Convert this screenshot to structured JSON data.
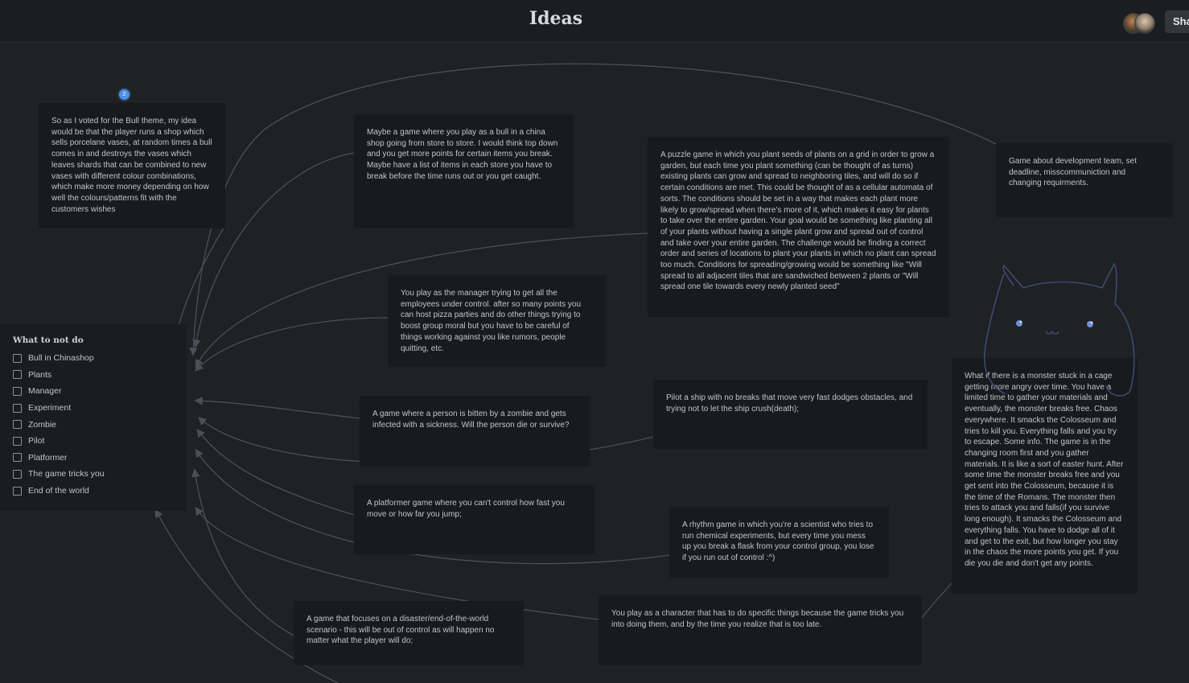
{
  "header": {
    "title": "Ideas",
    "share_label": "Sha"
  },
  "pin": {
    "count": "2"
  },
  "checklist": {
    "title": "What to not do",
    "items": [
      {
        "label": "Bull in Chinashop",
        "checked": false
      },
      {
        "label": "Plants",
        "checked": false
      },
      {
        "label": "Manager",
        "checked": false
      },
      {
        "label": "Experiment",
        "checked": false
      },
      {
        "label": "Zombie",
        "checked": false
      },
      {
        "label": "Pilot",
        "checked": false
      },
      {
        "label": "Platformer",
        "checked": false
      },
      {
        "label": "The game tricks you",
        "checked": false
      },
      {
        "label": "End of the world",
        "checked": false
      }
    ]
  },
  "cards": {
    "bull_vases": "So as I voted for the Bull theme, my idea would be that the player runs a shop which sells porcelane vases, at random times a bull comes in and destroys the vases which leaves shards that can be combined to new vases with different colour combinations, which make more money depending on how well the colours/patterns fit with the customers wishes",
    "bull_china": "Maybe a game where you play as a bull in a china shop going from store to store. I would think top down and you get more points for certain items you break. Maybe have a list of items in each store you have to break before the time runs out or you get caught.",
    "plants": "A puzzle game in which you plant seeds of plants on a grid in order to grow a garden, but each time you plant something (can be thought of as turns) existing plants can grow and spread to neighboring tiles, and will do so if certain conditions are met. This could be thought of as a cellular automata of sorts. The conditions should be set in a way that makes each plant more likely to grow/spread when there's more of it, which makes it easy for plants to take over the entire garden. Your goal would be something like planting all of your plants without having a single plant grow and spread out of control and take over your entire garden. The challenge would be finding a correct order and series of locations to plant your plants in which no plant can spread too much. Conditions for spreading/growing would be something like \"Will spread to all adjacent tiles that are sandwiched between 2 plants or \"Will spread one tile towards every newly planted seed\"",
    "dev_team": "Game about development team, set deadline, misscommuniction and changing requirments.",
    "manager": "You play as the manager trying to get all the employees under control. after so many points you can host pizza parties and do other things trying to boost group moral but you have to be careful of things working against you like rumors, people quitting, etc.",
    "zombie": "A game where a person is bitten by a zombie and gets infected with a sickness. Will the person die or survive?",
    "pilot": "Pilot a ship with no breaks that move very fast dodges obstacles, and trying not to let the ship crush(death);",
    "monster": "What if there is a monster stuck in a cage getting more angry over time. You have a limited time to gather your materials and eventually, the monster breaks free. Chaos everywhere. It smacks the Colosseum and tries to kill you. Everything falls and you try to escape. Some info. The game is in the changing room first and you gather materials. It is like a sort of easter hunt. After some time the monster breaks free and you get sent into the Colosseum, because it is the time of the Romans. The monster then tries to attack you and falls(if you survive long enough). It smacks the Colosseum and everything falls. You have to dodge all of it and get to the exit, but how longer you stay in the chaos the more points you get. If you die you die and don't get any points.",
    "platformer": "A platformer game where you can't control how fast you move or how far you jump;",
    "rhythm": "A rhythm game in which you're a scientist who tries to run chemical experiments, but every time you mess up you break a flask from your control group, you lose if you run out of control :^)",
    "disaster": "A game that focuses on a disaster/end-of-the-world scenario - this will be out of control as will happen no matter what the player will do;",
    "tricks": "You play as a character that has to do specific things because the game tricks you into doing them, and by the time you realize that is too late."
  },
  "colors": {
    "background": "#1f2124",
    "card": "#181a1d",
    "connector": "#4a5058",
    "pin": "#4f8fe8"
  }
}
